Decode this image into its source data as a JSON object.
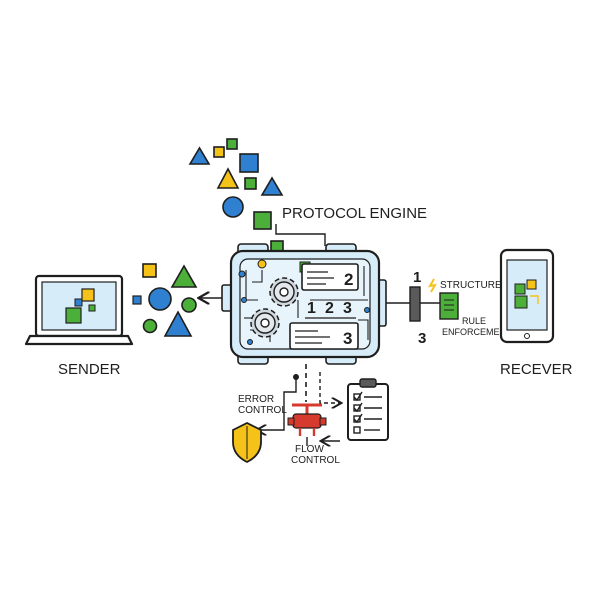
{
  "labels": {
    "sender": "SENDER",
    "receiver": "RECEVER",
    "engine_title": "PROTOCOL ENGINE",
    "structured": "STRUCTURED",
    "rule_line1": "RULE",
    "rule_line2": "ENFORCEMENT",
    "error_line1": "ERROR",
    "error_line2": "CONTROL",
    "flow_line1": "FLOW",
    "flow_line2": "CONTROL"
  },
  "engine": {
    "card_top_number": "2",
    "card_bottom_number": "3",
    "sequence": [
      "1",
      "2",
      "3"
    ]
  },
  "output_markers": {
    "top": "1",
    "bottom": "3"
  },
  "colors": {
    "blue": "#2f80d0",
    "green": "#4caf3a",
    "yellow": "#f5c21a",
    "light_blue": "#d6ecf8",
    "outline": "#1e1e1e",
    "red": "#d63a2f"
  }
}
